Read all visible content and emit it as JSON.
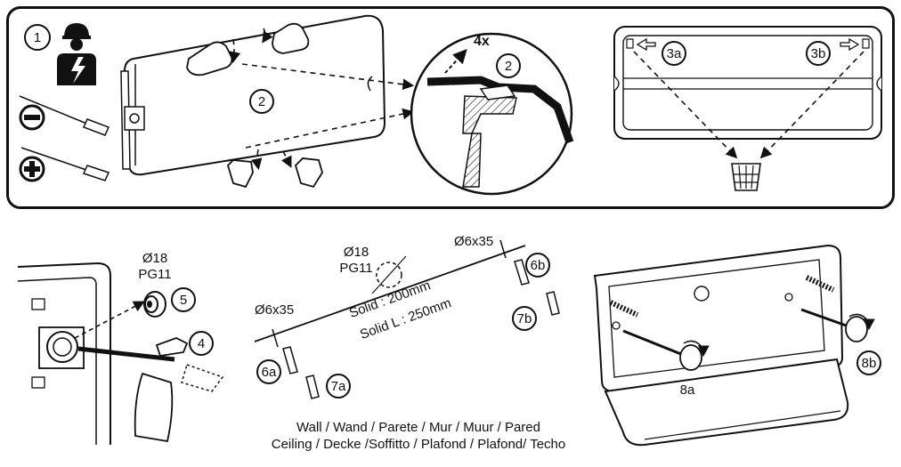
{
  "steps": {
    "s1": "1",
    "s2_body": "2",
    "s2_detail": "2",
    "s3a": "3a",
    "s3b": "3b",
    "s4": "4",
    "s5": "5",
    "s6a": "6a",
    "s6b": "6b",
    "s7a": "7a",
    "s7b": "7b",
    "s8a": "8a",
    "s8b": "8b"
  },
  "labels": {
    "multiplier": "4x",
    "gland_diameter": "Ø18",
    "gland_thread": "PG11",
    "center_diameter": "Ø18",
    "center_thread": "PG11",
    "screw_left": "Ø6x35",
    "screw_right": "Ø6x35",
    "solid_spacing": "Solid : 200mm",
    "solid_l_spacing": "Solid L : 250mm"
  },
  "caption": {
    "line1": "Wall / Wand / Parete / Mur / Muur / Pared",
    "line2": "Ceiling / Decke /Soffitto / Plafond / Plafond/ Techo"
  },
  "icons": [
    "electrician-icon",
    "flat-screwdriver-icon",
    "phillips-screwdriver-icon",
    "hand-icon",
    "hammer-icon",
    "cable-gland-icon",
    "wall-plug-icon",
    "screw-icon",
    "rotation-arrow-icon"
  ]
}
